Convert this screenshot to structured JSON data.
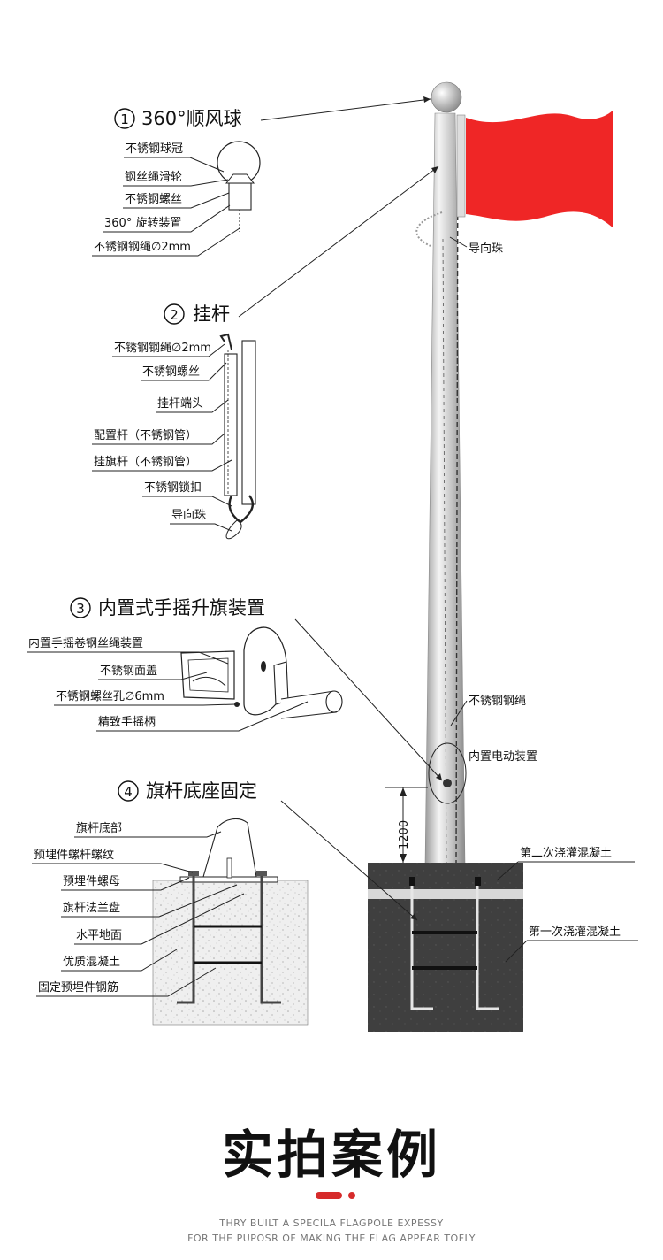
{
  "sections": {
    "s1": {
      "num": "1",
      "title": "360°顺风球"
    },
    "s2": {
      "num": "2",
      "title": "挂杆"
    },
    "s3": {
      "num": "3",
      "title": "内置式手摇升旗装置"
    },
    "s4": {
      "num": "4",
      "title": "旗杆底座固定"
    }
  },
  "labels": {
    "ball_cap": "不锈钢球冠",
    "pulley": "钢丝绳滑轮",
    "screw1": "不锈钢螺丝",
    "rotate": "360° 旋转装置",
    "rope1": "不锈钢钢绳∅2mm",
    "guide_ball_top": "导向珠",
    "rope2": "不锈钢钢绳∅2mm",
    "screw2": "不锈钢螺丝",
    "rod_end": "挂杆端头",
    "rod_config": "配置杆（不锈钢管）",
    "rod_flag": "挂旗杆（不锈钢管）",
    "lock": "不锈钢锁扣",
    "guide_ball": "导向珠",
    "winch_box": "内置手摇卷钢丝绳装置",
    "cover": "不锈钢面盖",
    "screw_hole": "不锈钢螺丝孔∅6mm",
    "crank": "精致手摇柄",
    "pole_rope": "不锈钢钢绳",
    "motor": "内置电动装置",
    "pole_base": "旗杆底部",
    "bolt_thread": "预埋件螺杆螺纹",
    "bolt_nut": "预埋件螺母",
    "flange": "旗杆法兰盘",
    "ground": "水平地面",
    "concrete": "优质混凝土",
    "rebar": "固定预埋件钢筋",
    "pour2": "第二次浇灌混凝土",
    "pour1": "第一次浇灌混凝土",
    "dim": "1200"
  },
  "colors": {
    "flag": "#ef2626",
    "accent": "#d62b2b",
    "foundation": "#3f3f3f",
    "concrete_light": "#ececec"
  },
  "footer": {
    "title": "实拍案例",
    "line1": "THRY BUILT A SPECILA FLAGPOLE EXPESSY",
    "line2": "FOR THE PUPOSR OF MAKING THE FLAG APPEAR TOFLY"
  }
}
